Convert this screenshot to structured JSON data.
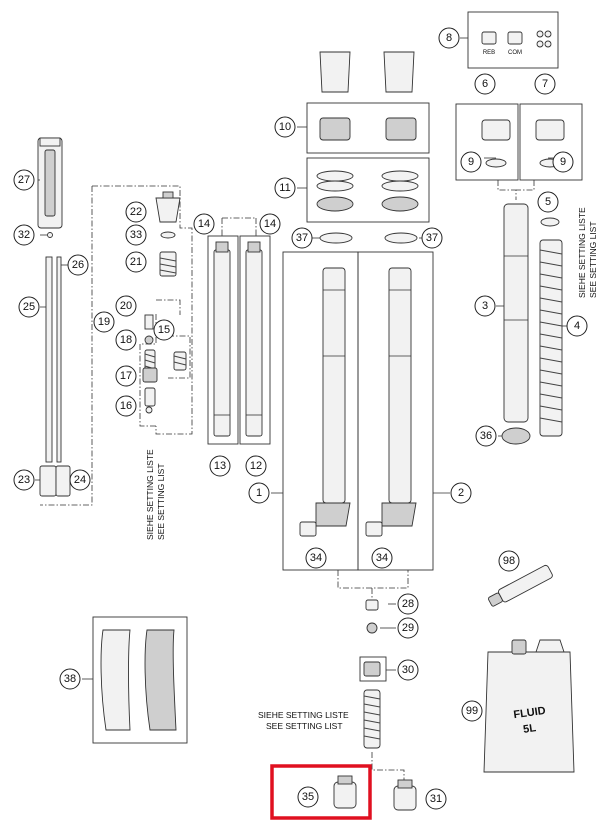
{
  "callouts": [
    {
      "num": "1"
    },
    {
      "num": "2"
    },
    {
      "num": "3"
    },
    {
      "num": "4"
    },
    {
      "num": "5"
    },
    {
      "num": "6"
    },
    {
      "num": "7"
    },
    {
      "num": "8"
    },
    {
      "num": "9"
    },
    {
      "num": "9"
    },
    {
      "num": "10"
    },
    {
      "num": "11"
    },
    {
      "num": "12"
    },
    {
      "num": "13"
    },
    {
      "num": "14"
    },
    {
      "num": "14"
    },
    {
      "num": "15"
    },
    {
      "num": "16"
    },
    {
      "num": "17"
    },
    {
      "num": "18"
    },
    {
      "num": "19"
    },
    {
      "num": "20"
    },
    {
      "num": "21"
    },
    {
      "num": "22"
    },
    {
      "num": "23"
    },
    {
      "num": "24"
    },
    {
      "num": "25"
    },
    {
      "num": "26"
    },
    {
      "num": "27"
    },
    {
      "num": "28"
    },
    {
      "num": "29"
    },
    {
      "num": "30"
    },
    {
      "num": "31"
    },
    {
      "num": "32"
    },
    {
      "num": "33"
    },
    {
      "num": "34"
    },
    {
      "num": "34"
    },
    {
      "num": "35"
    },
    {
      "num": "36"
    },
    {
      "num": "37"
    },
    {
      "num": "37"
    },
    {
      "num": "38"
    },
    {
      "num": "98"
    },
    {
      "num": "99"
    }
  ],
  "setting_notes": {
    "de": "SIEHE SETTING LISTE",
    "en": "SEE SETTING LIST"
  },
  "adjuster_labels": {
    "rebound": "REB",
    "compression": "COM"
  },
  "fluid_can": {
    "line1": "FLUID",
    "line2": "5L"
  },
  "highlight": {
    "part": "35",
    "color": "#e01020"
  }
}
